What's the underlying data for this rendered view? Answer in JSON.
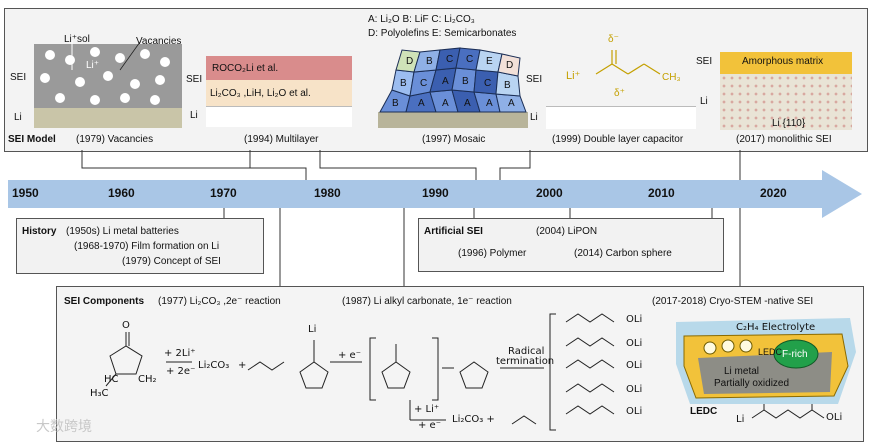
{
  "sei_model": {
    "label": "SEI Model",
    "panels": [
      {
        "year_caption": "(1979) Vacancies",
        "li_sol": "Li⁺sol",
        "li_plus": "Li⁺",
        "vacancies": "Vacancies"
      },
      {
        "year_caption": "(1994) Multilayer",
        "layer_top": "ROCO₂Li et al.",
        "layer_bottom": "Li₂CO₃ ,LiH, Li₂O et al."
      },
      {
        "year_caption": "(1997) Mosaic",
        "legend_line1": "A: Li₂O   B: LiF   C: Li₂CO₃",
        "legend_line2": "D: Polyolefins  E: Semicarbonates"
      },
      {
        "year_caption": "(1999) Double layer capacitor",
        "li": "Li⁺",
        "delta_minus": "δ⁻",
        "delta_plus": "δ⁺",
        "ch3": "CH₃"
      },
      {
        "year_caption": "(2017) monolithic SEI",
        "matrix": "Amorphous matrix",
        "facet": "Li {110}"
      }
    ],
    "sei_tag": "SEI",
    "li_tag": "Li"
  },
  "timeline": {
    "years": [
      "1950",
      "1960",
      "1970",
      "1980",
      "1990",
      "2000",
      "2010",
      "2020"
    ]
  },
  "history": {
    "label": "History",
    "items": [
      "(1950s) Li metal batteries",
      "(1968-1970) Film formation on Li",
      "(1979) Concept of SEI"
    ]
  },
  "artificial_sei": {
    "label": "Artificial SEI",
    "items": [
      "(2004) LiPON",
      "(1996) Polymer",
      "(2014) Carbon sphere"
    ]
  },
  "sei_components": {
    "label": "SEI Components",
    "item_1977": "(1977) Li₂CO₃ ,2e⁻ reaction",
    "item_1987": "(1987) Li alkyl carbonate, 1e⁻ reaction",
    "item_2017": "(2017-2018) Cryo-STEM -native SEI",
    "reagent_1": "+ 2Li⁺",
    "reagent_2": "+ 2e⁻",
    "product_1": "Li₂CO₃",
    "plus": "+",
    "radical": "Radical",
    "termination": "termination",
    "side_reagent_1": "+ Li⁺",
    "side_reagent_2": "+ e⁻",
    "side_product": "Li₂CO₃  +",
    "plus_e": "+ e⁻",
    "electrolyte": "C₂H₄  Electrolyte",
    "ledc_in": "LEDC",
    "f_rich": "F-rich",
    "li_metal": "Li metal",
    "partially": "Partially oxidized",
    "ledc_label": "LEDC",
    "li": "Li",
    "oli": "OLi",
    "o": "O",
    "ch2": "CH₂",
    "hc": "HC",
    "h3c": "H₃C"
  },
  "watermark": "大数跨境"
}
